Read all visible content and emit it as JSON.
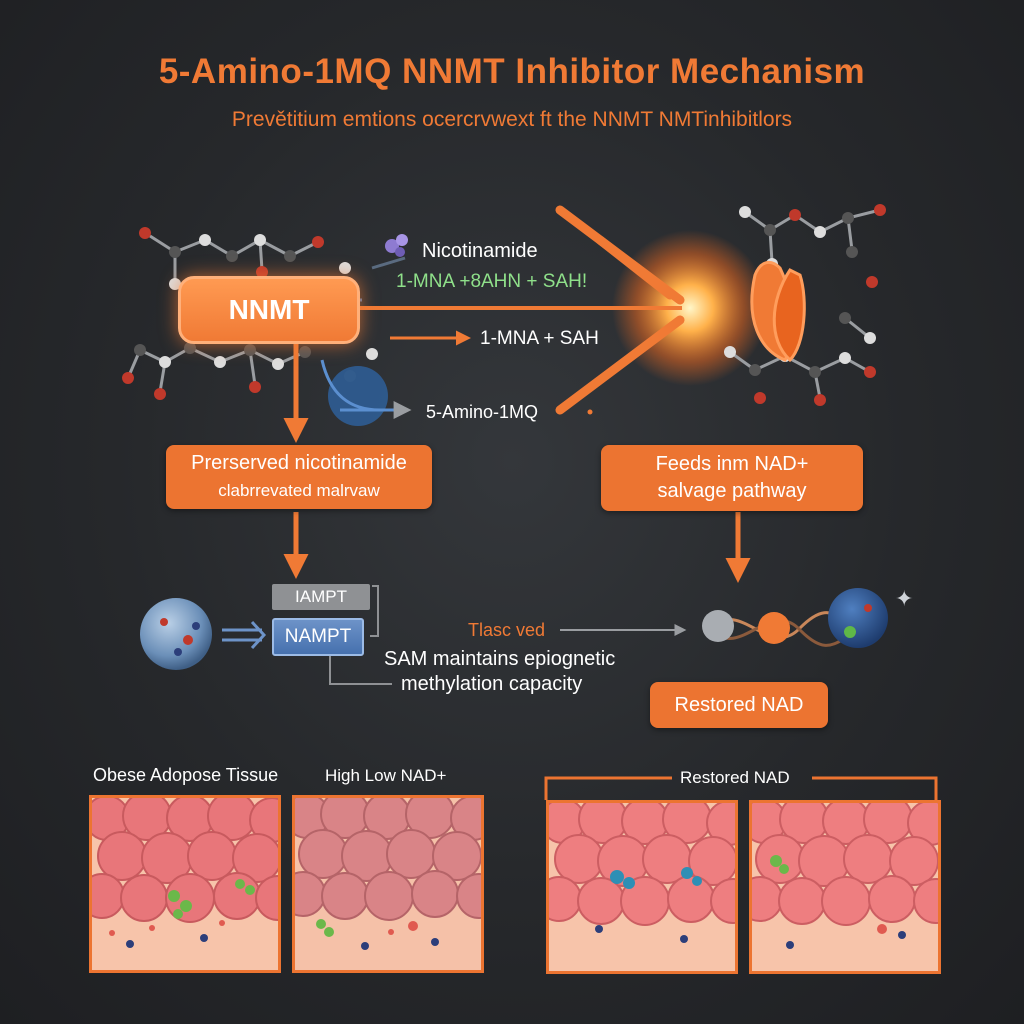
{
  "title": "5-Amino-1MQ NNMT Inhibitor Mechanism",
  "subtitle": "Prevětitium emtions ocercrvwext ft the NNMT NMTinhibitlors",
  "nodes": {
    "nnmt": "NNMT",
    "nicotinamide": "Nicotinamide",
    "reaction_products_green": "1-MNA  +8AHN  + SAH!",
    "reaction_products": "1-MNA   + SAH",
    "inhibitor": "5-Amino-1MQ",
    "preserved_line1": "Prerserved nicotinamide",
    "preserved_line2": "clabrrevated malrvaw",
    "feeds_line1": "Feeds inm NAD+",
    "feeds_line2": "salvage pathway",
    "iampt": "IAMPT",
    "nampt": "NAMPT",
    "tlasc": "Tlasc ved",
    "sam_line1": "SAM maintains epiognetic",
    "sam_line2": "methylation capacity",
    "restored_nad_box": "Restored NAD"
  },
  "tissue": {
    "label_1": "Obese Adopose Tissue",
    "label_2": "High Low NAD+",
    "label_3": "Restored NAD"
  },
  "colors": {
    "accent": "#f07a35",
    "box": "#ec7431",
    "nampt": "#4671ae",
    "green": "#8fe08a",
    "background": "#2a2c2f"
  }
}
